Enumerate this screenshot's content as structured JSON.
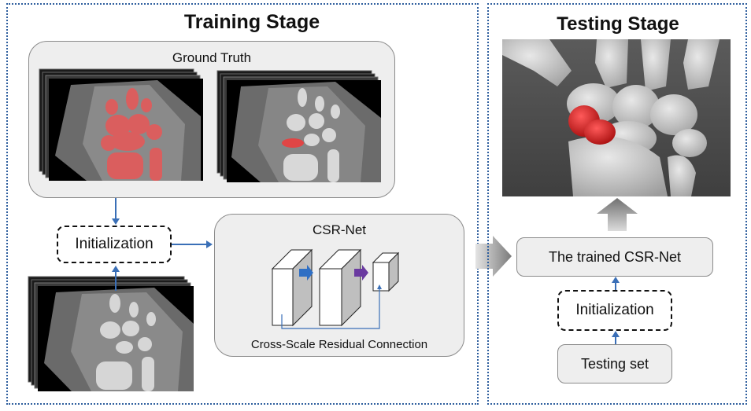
{
  "training": {
    "title": "Training Stage",
    "ground_truth_label": "Ground Truth",
    "initialization_label": "Initialization",
    "csrnet_label": "CSR-Net",
    "connection_label": "Cross-Scale Residual Connection"
  },
  "testing": {
    "title": "Testing Stage",
    "trained_label": "The trained CSR-Net",
    "initialization_label": "Initialization",
    "testing_set_label": "Testing set"
  },
  "colors": {
    "panel_border": "#2f5f9e",
    "arrow": "#3a6fb7",
    "segmentation": "#d93a3a",
    "block_arrow_1": "#2f6fc4",
    "block_arrow_2": "#6a3aa0"
  }
}
